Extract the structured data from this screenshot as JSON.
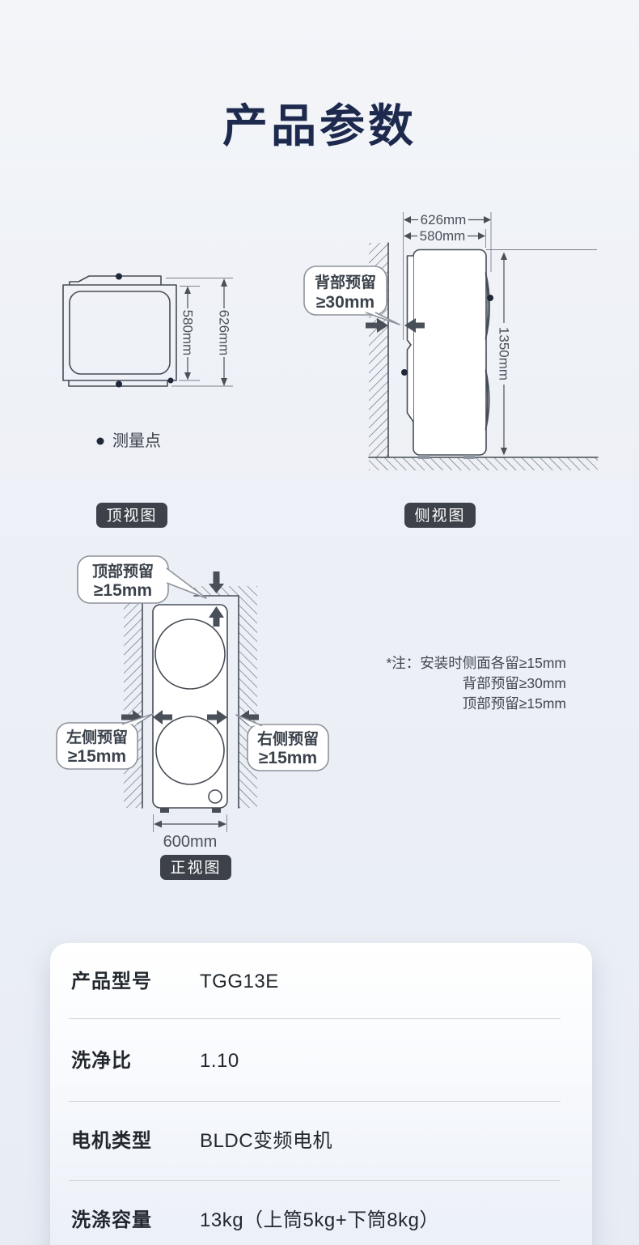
{
  "page": {
    "title": "产品参数"
  },
  "colors": {
    "title_navy": "#1d2a4e",
    "line_gray": "#474d56",
    "chip_bg": "#3d4149",
    "page_bg": "#edf0f6",
    "card_bg": "#ffffff"
  },
  "top_view": {
    "label": "顶视图",
    "dim_inner": "580mm",
    "dim_outer": "626mm",
    "legend": "测量点"
  },
  "side_view": {
    "label": "侧视图",
    "dim_outer": "626mm",
    "dim_inner": "580mm",
    "dim_height": "1350mm",
    "bubble_back": {
      "line1": "背部预留",
      "line2": "≥30mm"
    }
  },
  "front_view": {
    "label": "正视图",
    "dim_width": "600mm",
    "bubble_top": {
      "line1": "顶部预留",
      "line2": "≥15mm"
    },
    "bubble_left": {
      "line1": "左侧预留",
      "line2": "≥15mm"
    },
    "bubble_right": {
      "line1": "右侧预留",
      "line2": "≥15mm"
    }
  },
  "notes": {
    "line1": "*注：安装时侧面各留≥15mm",
    "line2": "背部预留≥30mm",
    "line3": "顶部预留≥15mm"
  },
  "spec_table": {
    "rows": [
      {
        "label": "产品型号",
        "value": "TGG13E"
      },
      {
        "label": "洗净比",
        "value": "1.10"
      },
      {
        "label": "电机类型",
        "value": "BLDC变频电机"
      },
      {
        "label": "洗涤容量",
        "value": "13kg（上筒5kg+下筒8kg）"
      }
    ]
  }
}
